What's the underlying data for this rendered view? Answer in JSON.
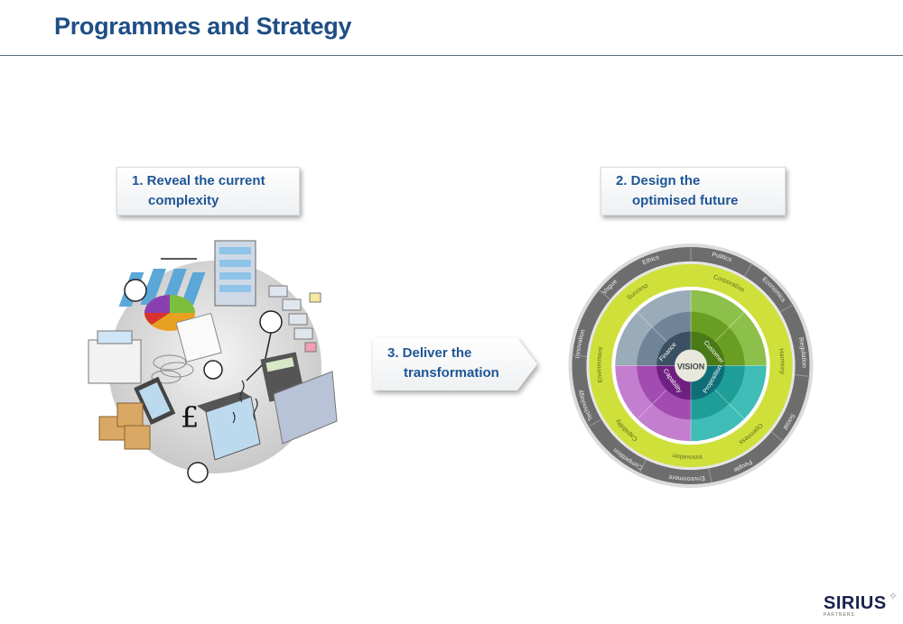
{
  "header": {
    "title": "Programmes and Strategy"
  },
  "steps": [
    {
      "line1": "1. Reveal the current",
      "line2": "complexity"
    },
    {
      "line1": "2. Design the",
      "line2": "optimised future"
    },
    {
      "line1": "3. Deliver the",
      "line2": "transformation"
    }
  ],
  "illustration": {
    "currency_symbol": "£"
  },
  "wheel": {
    "center": "VISION",
    "inner_quadrants": [
      "Finance",
      "Customer",
      "Proposition",
      "Capability"
    ],
    "middle_ring": [
      "Success",
      "Corporation",
      "Harmony",
      "Openness",
      "Innovation",
      "Capability",
      "Environment"
    ],
    "outer_ring": [
      "Ethics",
      "Politics",
      "Economics",
      "Regulation",
      "Social",
      "People",
      "Environment",
      "Competition",
      "Technology",
      "Innovation",
      "Vogue"
    ],
    "colors": {
      "finance": "#5e7a8f",
      "customer": "#6aa12a",
      "proposition": "#1f9e98",
      "capability": "#a24bb0",
      "middle_ring": "#cfe03a",
      "outer_ring": "#6d6d6d"
    }
  },
  "logo": {
    "name": "SIRIUS",
    "sub": "PARTNERS"
  }
}
